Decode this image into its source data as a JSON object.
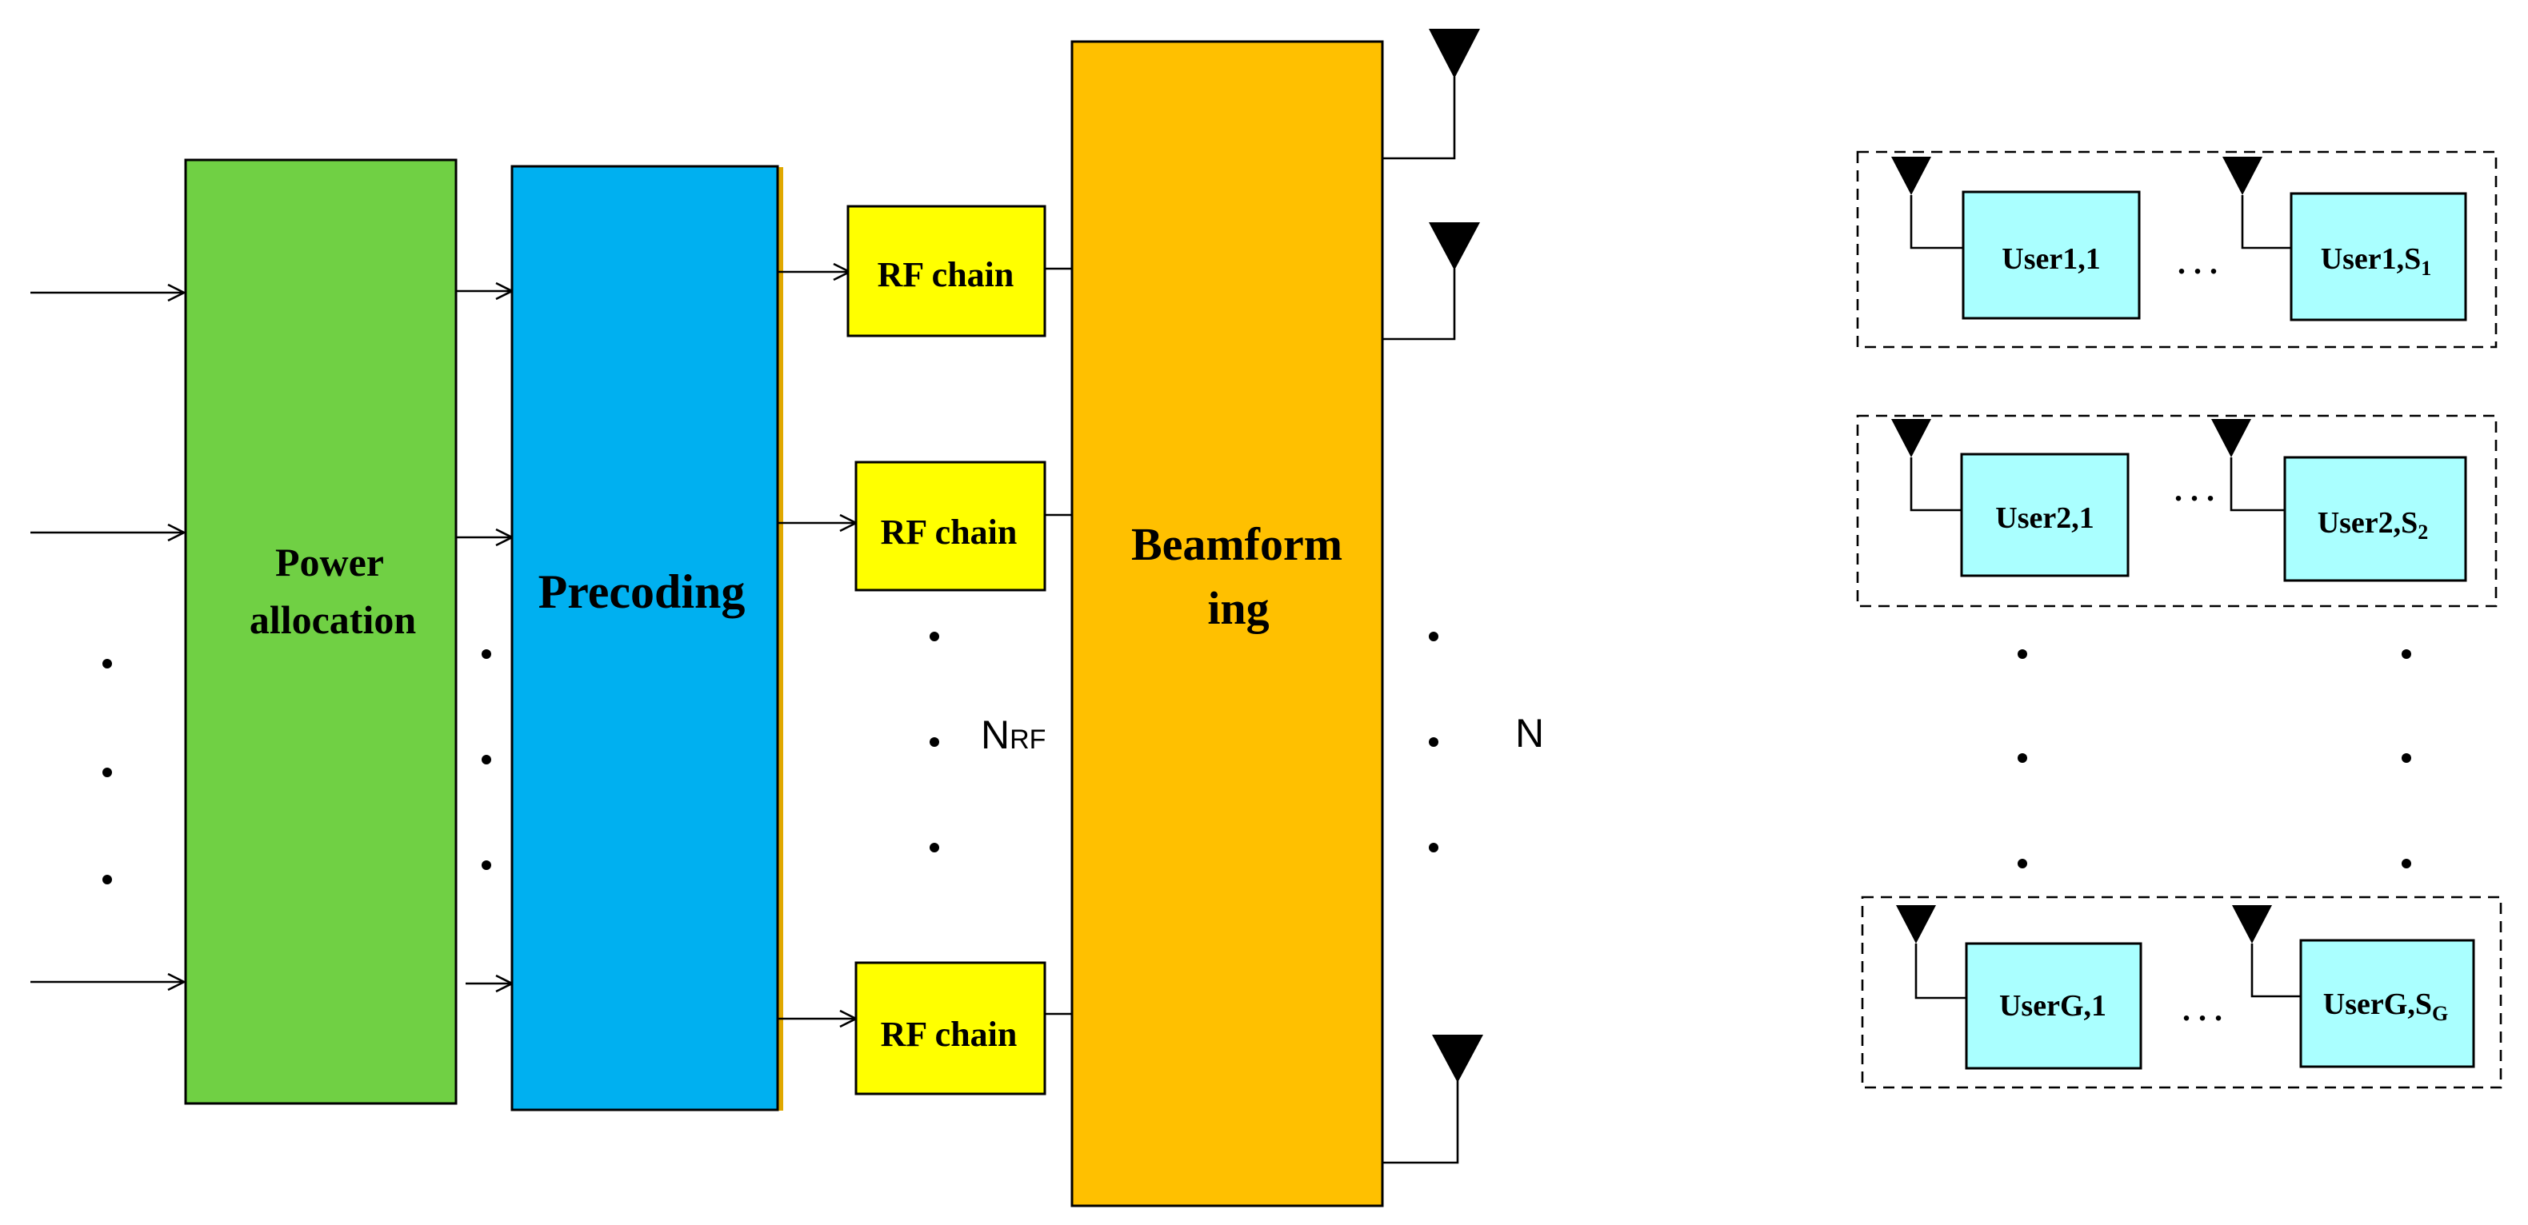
{
  "blocks": {
    "power_allocation": [
      "Power",
      "allocation"
    ],
    "precoding": "Precoding",
    "beamforming": [
      "Beamform",
      "ing"
    ],
    "rf_chain_label": "RF chain",
    "nrf": {
      "main": "N",
      "sub": "RF"
    },
    "n_label": "N"
  },
  "user_groups": [
    {
      "first": "User1,1",
      "last_main": "User1,S",
      "last_sub": "1",
      "ellipsis": ". . ."
    },
    {
      "first": "User2,1",
      "last_main": "User2,S",
      "last_sub": "2",
      "ellipsis": ". . ."
    },
    {
      "first": "UserG,1",
      "last_main": "UserG,S",
      "last_sub": "G",
      "ellipsis": ". . ."
    }
  ],
  "colors": {
    "power_allocation": "#70D044",
    "precoding": "#00B0F0",
    "beamforming": "#FFC000",
    "rf_chain": "#FFFF00",
    "user": "#AAFFFF"
  }
}
